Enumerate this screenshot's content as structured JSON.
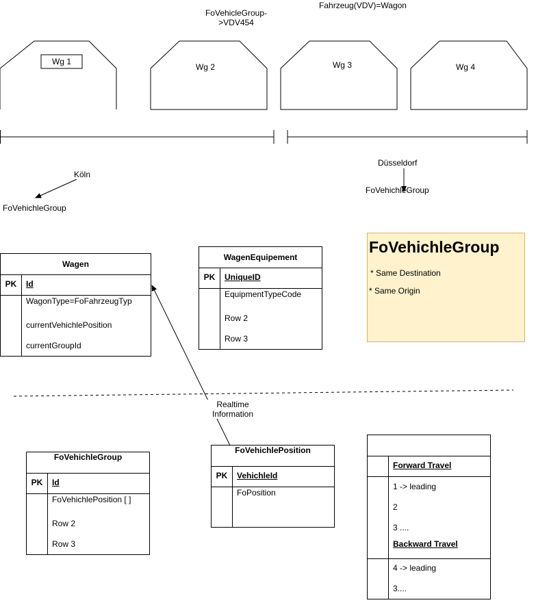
{
  "top_labels": {
    "fo_vehicle_group_vdv": "FoVehicleGroup-\n>VDV454",
    "fahrzeug_wagon": "Fahrzeug(VDV)=Wagon"
  },
  "wagons": [
    "Wg 1",
    "Wg 2",
    "Wg 3",
    "Wg 4"
  ],
  "locations": {
    "koeln": "Köln",
    "koeln_group": "FoVehichleGroup",
    "duesseldorf": "Düsseldorf",
    "duesseldorf_group": "FoVehichleGroup"
  },
  "note": {
    "title": "FoVehichleGroup",
    "items": [
      "* Same Destination",
      "*  Same Origin"
    ]
  },
  "tables": {
    "wagen": {
      "title": "Wagen",
      "pk_label": "PK",
      "pk_field": "Id",
      "fields": [
        "WagonType=FoFahrzeugTyp",
        "currentVehichlePosition",
        "currentGroupId"
      ]
    },
    "wagen_equipement": {
      "title": "WagenEquipement",
      "pk_label": "PK",
      "pk_field": "UniqueID",
      "fields": [
        "EquipmentTypeCode",
        "Row 2",
        "Row 3"
      ]
    },
    "fo_vehichle_group": {
      "title": "FoVehichleGroup",
      "pk_label": "PK",
      "pk_field": "Id",
      "fields": [
        "FoVehichlePosition [ ]",
        "Row 2",
        "Row 3"
      ]
    },
    "fo_vehichle_position": {
      "title": "FoVehichlePosition",
      "pk_label": "PK",
      "pk_field": "VehichleId",
      "fields": [
        "FoPosition"
      ]
    },
    "travel": {
      "title": "",
      "forward_header": "Forward Travel",
      "forward_items": [
        "1 -> leading",
        "2",
        "3 ...."
      ],
      "backward_header": "Backward Travel",
      "backward_items": [
        "4 -> leading",
        "3...."
      ]
    }
  },
  "realtime_label": "Realtime\nInformation"
}
